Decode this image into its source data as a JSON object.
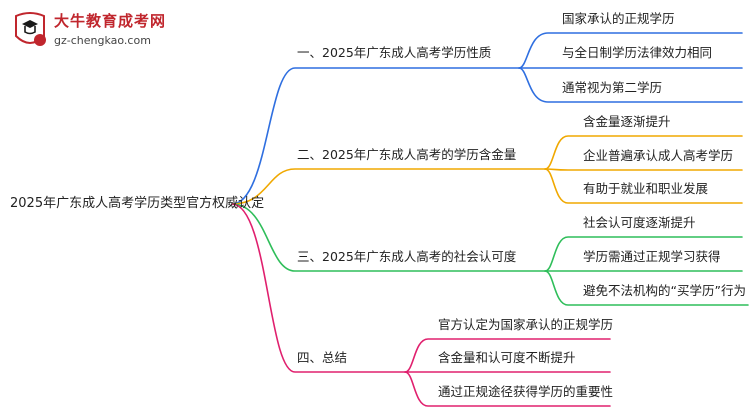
{
  "logo": {
    "title": "大牛教育成考网",
    "url": "gz-chengkao.com"
  },
  "root": "2025年广东成人高考学历类型官方权威认定",
  "branches": [
    {
      "label": "一、2025年广东成人高考学历性质",
      "color": "#2f6fe0",
      "children": [
        "国家承认的正规学历",
        "与全日制学历法律效力相同",
        "通常视为第二学历"
      ]
    },
    {
      "label": "二、2025年广东成人高考的学历含金量",
      "color": "#f0a800",
      "children": [
        "含金量逐渐提升",
        "企业普遍承认成人高考学历",
        "有助于就业和职业发展"
      ]
    },
    {
      "label": "三、2025年广东成人高考的社会认可度",
      "color": "#2fbe5a",
      "children": [
        "社会认可度逐渐提升",
        "学历需通过正规学习获得",
        "避免不法机构的“买学历”行为"
      ]
    },
    {
      "label": "四、总结",
      "color": "#e0206e",
      "children": [
        "官方认定为国家承认的正规学历",
        "含金量和认可度不断提升",
        "通过正规途径获得学历的重要性"
      ]
    }
  ]
}
